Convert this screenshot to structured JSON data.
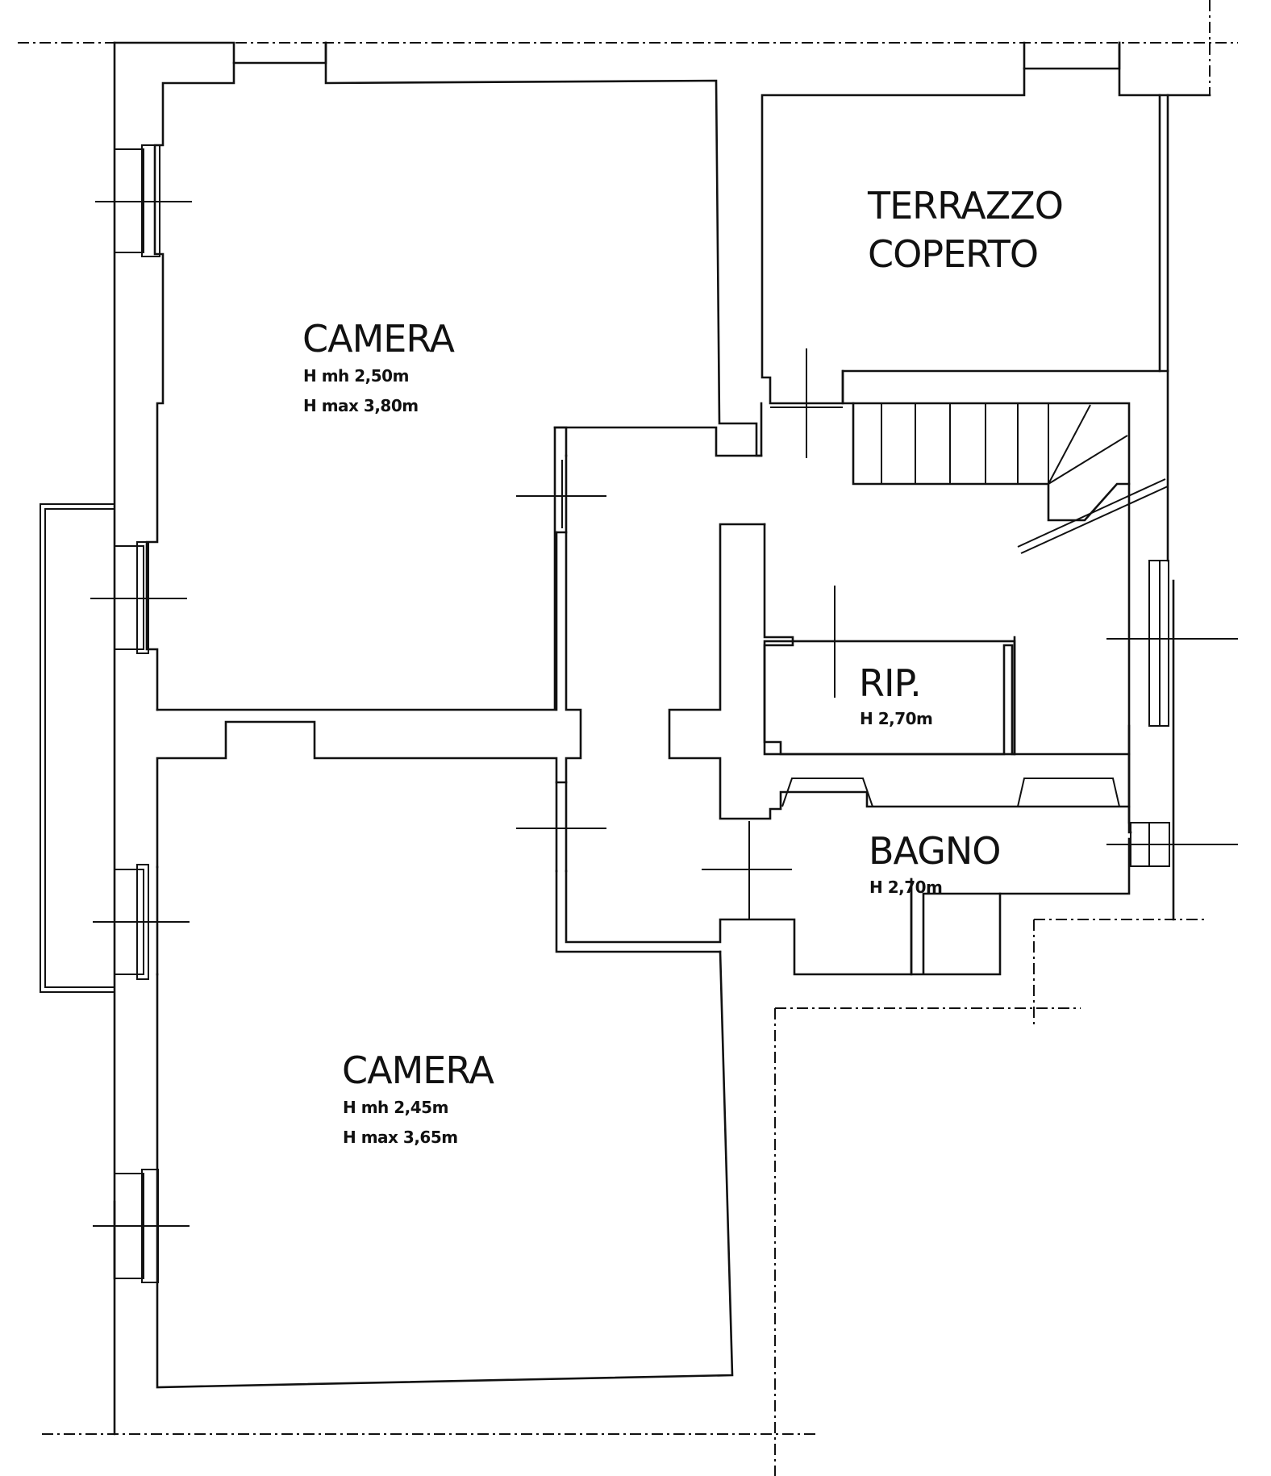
{
  "rooms": {
    "camera_top": {
      "name": "CAMERA",
      "h_min": "H mh 2,50m",
      "h_max": "H max 3,80m"
    },
    "terrazzo": {
      "line1": "TERRAZZO",
      "line2": "COPERTO"
    },
    "rip": {
      "name": "RIP.",
      "height": "H 2,70m"
    },
    "bagno": {
      "name": "BAGNO",
      "height": "H 2,70m"
    },
    "camera_bottom": {
      "name": "CAMERA",
      "h_min": "H mh  2,45m",
      "h_max": "H max 3,65m"
    }
  }
}
